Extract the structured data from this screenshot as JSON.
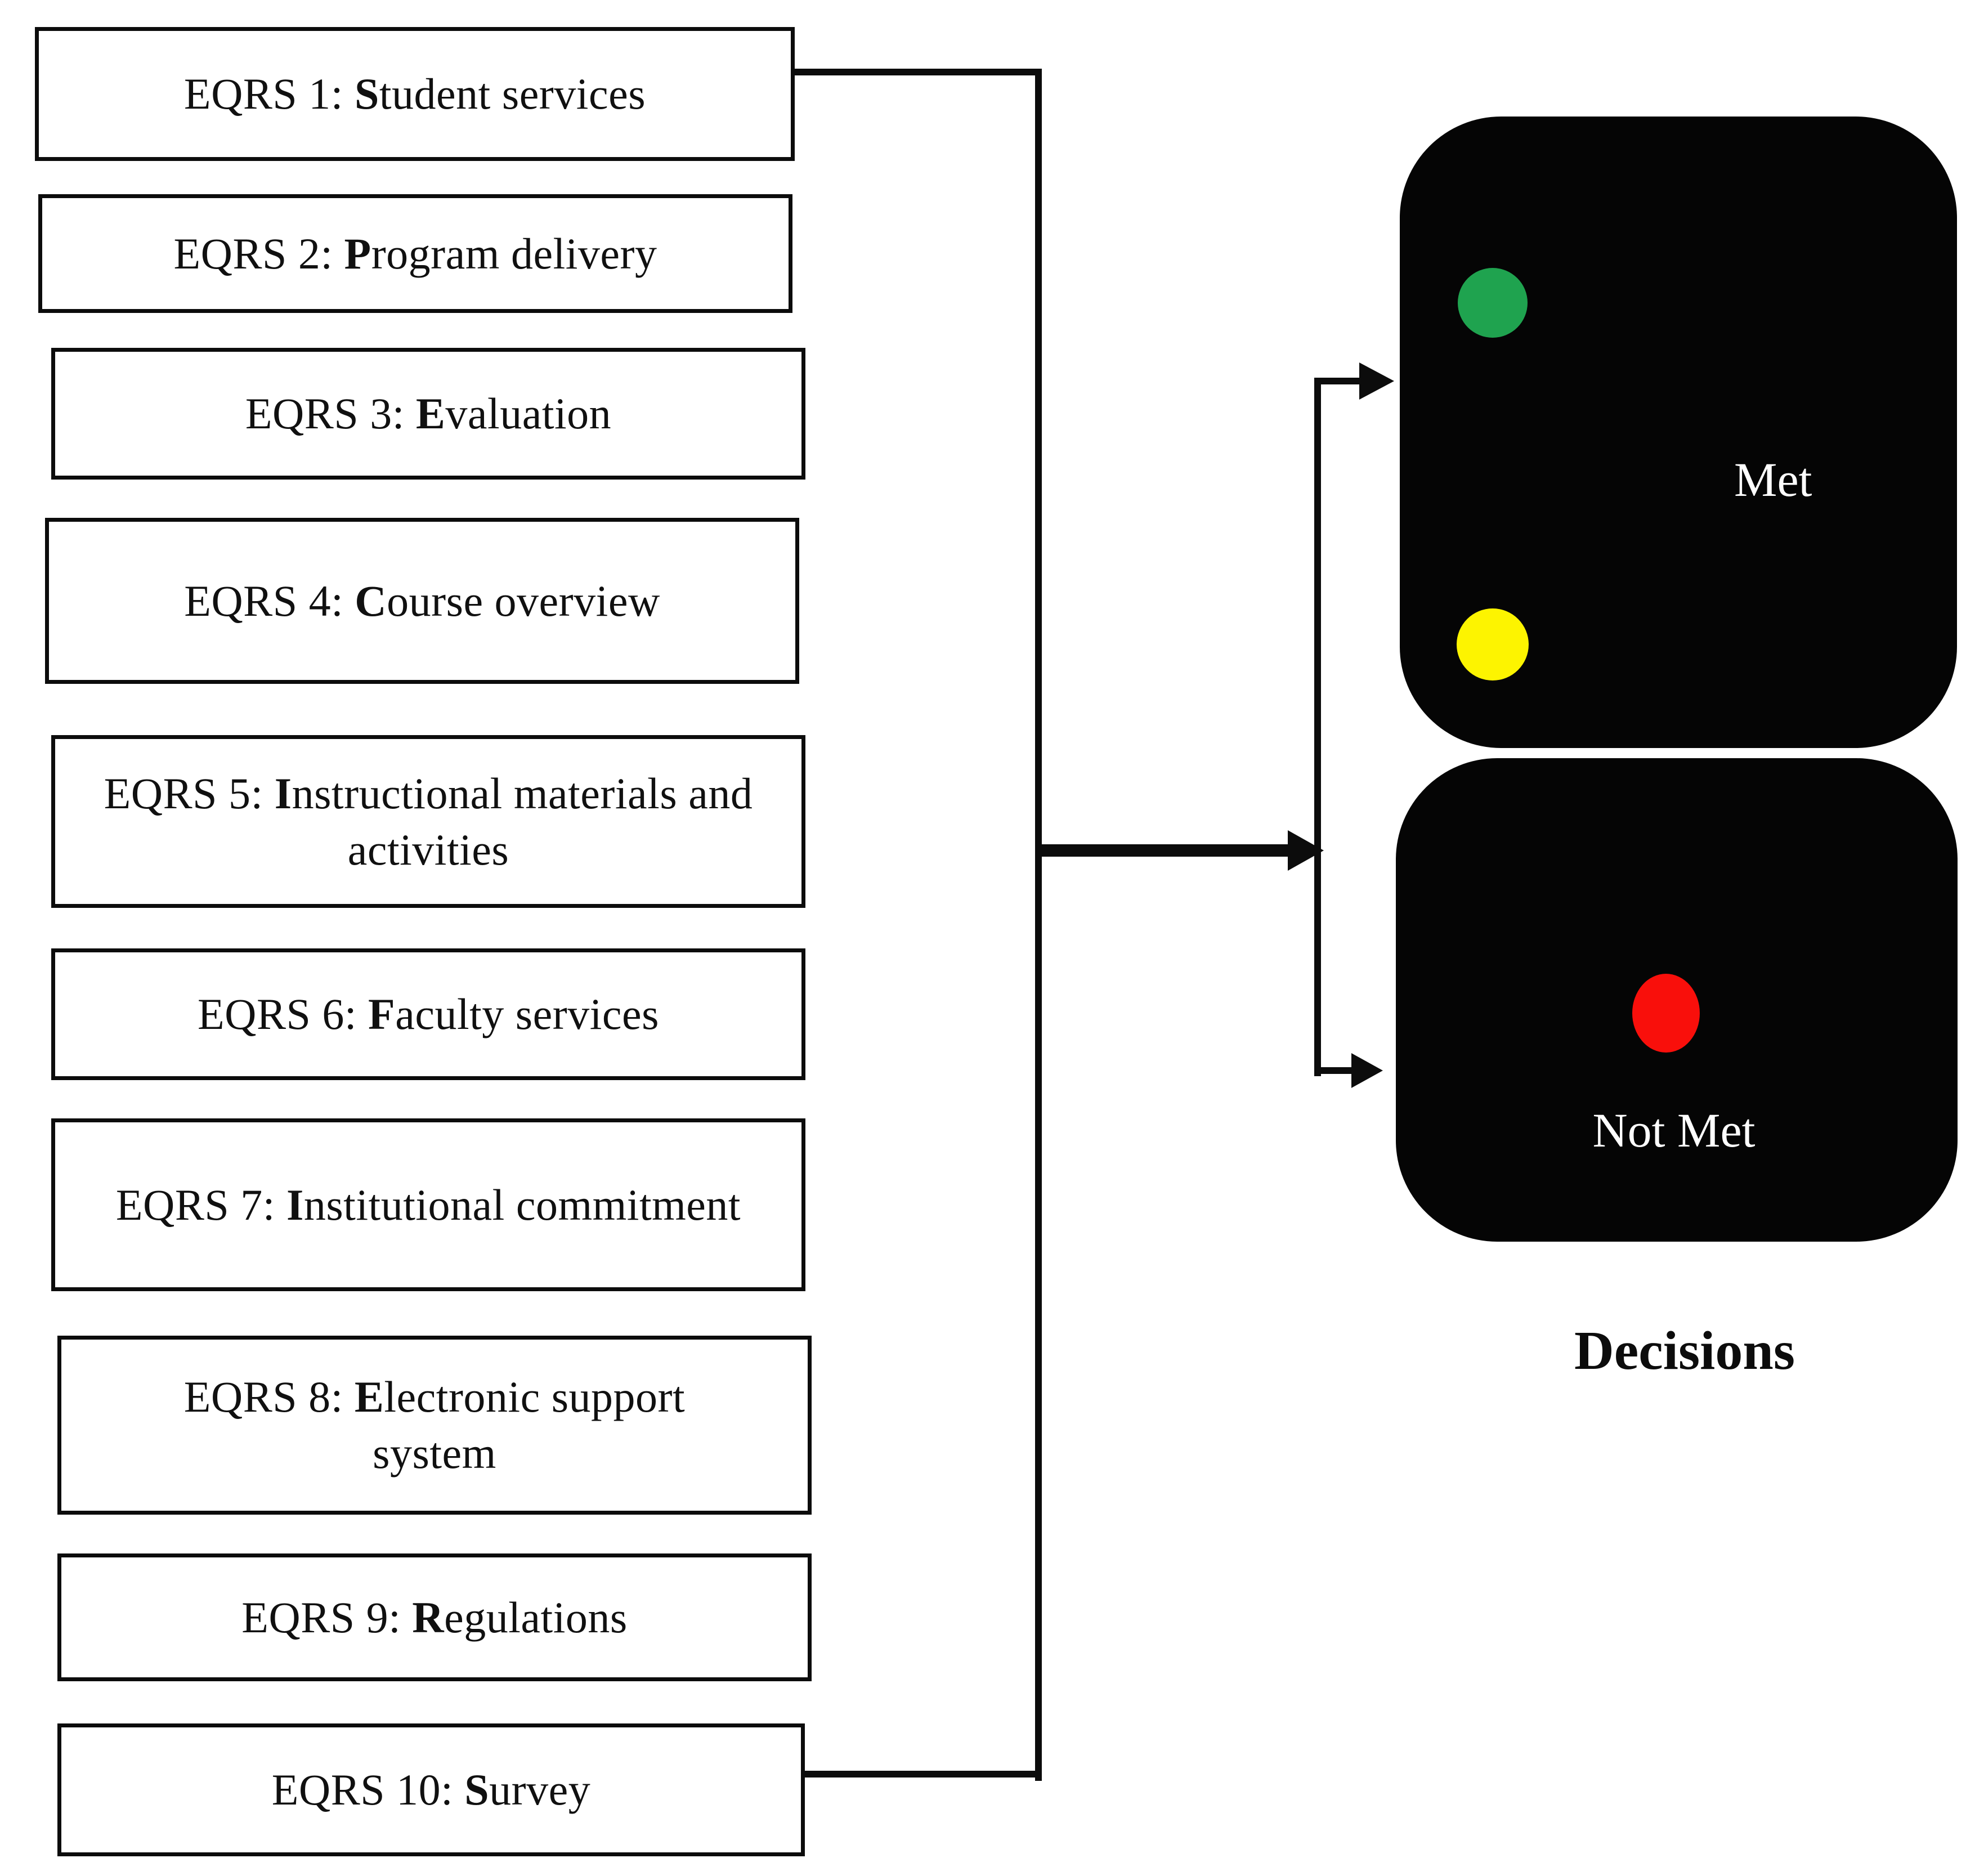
{
  "eqrs_boxes": [
    {
      "prefix": "EQRS 1: ",
      "bold_initial": "S",
      "rest": "tudent services"
    },
    {
      "prefix": "EQRS 2: ",
      "bold_initial": "P",
      "rest": "rogram delivery"
    },
    {
      "prefix": "EQRS 3: ",
      "bold_initial": "E",
      "rest": "valuation"
    },
    {
      "prefix": "EQRS 4: ",
      "bold_initial": "C",
      "rest": "ourse overview"
    },
    {
      "prefix": "EQRS 5: ",
      "bold_initial": "I",
      "rest": "nstructional materials and activities"
    },
    {
      "prefix": "EQRS 6: ",
      "bold_initial": "F",
      "rest": "aculty services"
    },
    {
      "prefix": "EQRS 7: ",
      "bold_initial": "I",
      "rest": "nstitutional commitment"
    },
    {
      "prefix": "EQRS 8: ",
      "bold_initial": "E",
      "rest": "lectronic support system"
    },
    {
      "prefix": "EQRS 9: ",
      "bold_initial": "R",
      "rest": "egulations"
    },
    {
      "prefix": "EQRS 10: ",
      "bold_initial": "S",
      "rest": "urvey"
    }
  ],
  "decisions": {
    "caption": "Decisions",
    "met": {
      "label": "Met",
      "indicators": [
        "green-dot",
        "yellow-dot"
      ]
    },
    "not_met": {
      "label": "Not Met",
      "indicators": [
        "red-dot"
      ]
    }
  },
  "colors": {
    "green_dot": "#1fa34f",
    "yellow_dot": "#fdf400",
    "red_dot": "#f90f0b",
    "panel_black": "#050505",
    "line_black": "#0c0c0c"
  }
}
